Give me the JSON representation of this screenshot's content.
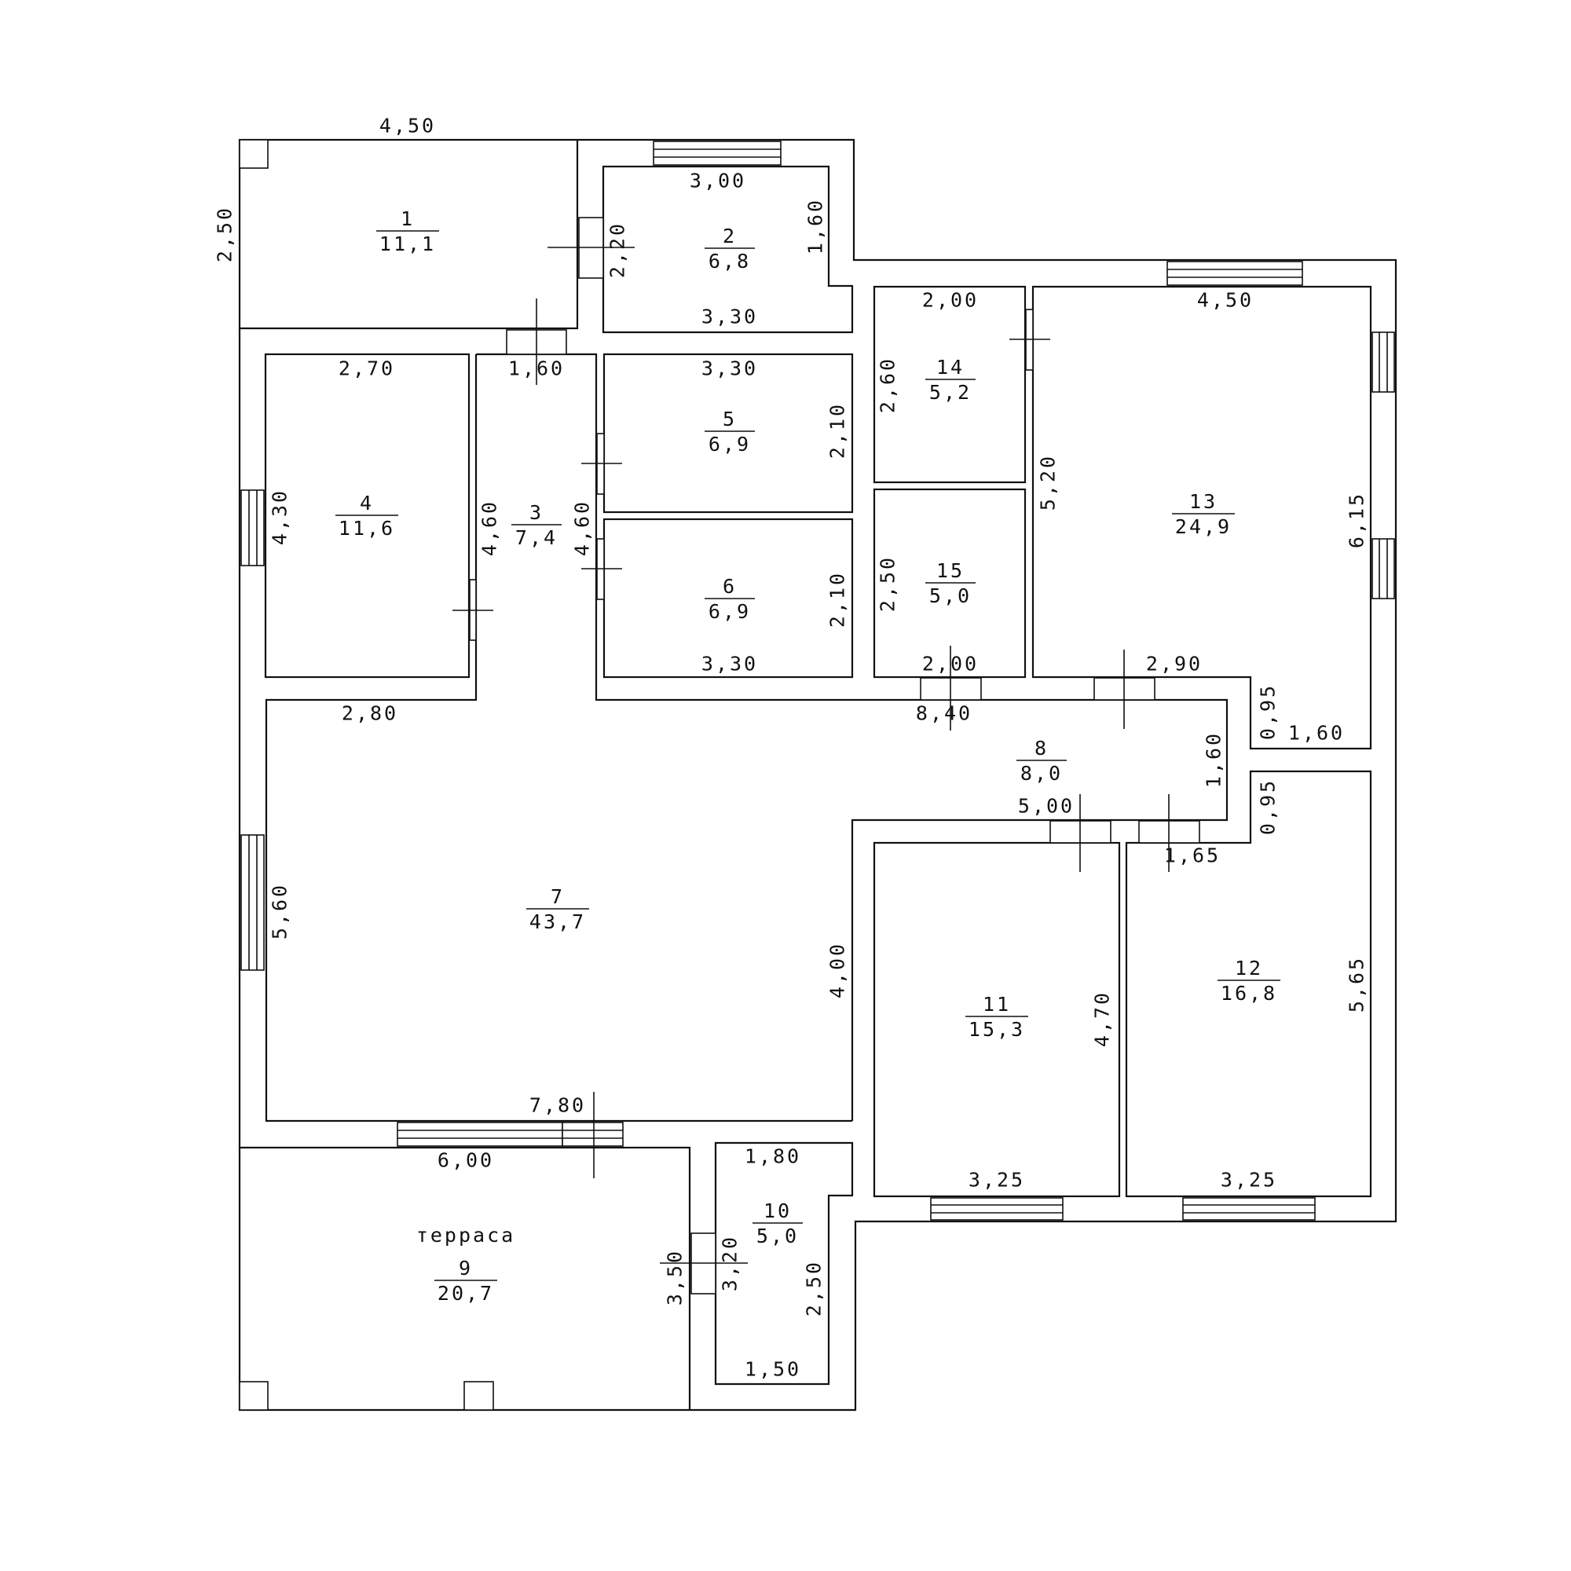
{
  "rooms": [
    {
      "num": "1",
      "area": "11,1"
    },
    {
      "num": "2",
      "area": "6,8"
    },
    {
      "num": "3",
      "area": "7,4"
    },
    {
      "num": "4",
      "area": "11,6"
    },
    {
      "num": "5",
      "area": "6,9"
    },
    {
      "num": "6",
      "area": "6,9"
    },
    {
      "num": "7",
      "area": "43,7"
    },
    {
      "num": "8",
      "area": "8,0"
    },
    {
      "num": "9",
      "area": "20,7",
      "name": "терраса"
    },
    {
      "num": "10",
      "area": "5,0"
    },
    {
      "num": "11",
      "area": "15,3"
    },
    {
      "num": "12",
      "area": "16,8"
    },
    {
      "num": "13",
      "area": "24,9"
    },
    {
      "num": "14",
      "area": "5,2"
    },
    {
      "num": "15",
      "area": "5,0"
    }
  ],
  "dims": [
    "4,50",
    "2,50",
    "3,00",
    "1,60",
    "2,20",
    "3,30",
    "2,00",
    "4,50",
    "2,60",
    "5,20",
    "6,15",
    "2,70",
    "1,60",
    "3,30",
    "2,10",
    "4,30",
    "4,60",
    "4,60",
    "2,10",
    "3,30",
    "2,50",
    "2,00",
    "2,90",
    "2,80",
    "8,40",
    "0,95",
    "1,60",
    "1,60",
    "5,00",
    "0,95",
    "1,65",
    "5,60",
    "4,00",
    "4,70",
    "5,65",
    "7,80",
    "6,00",
    "1,80",
    "3,25",
    "3,25",
    "3,50",
    "3,20",
    "2,50",
    "1,50"
  ]
}
